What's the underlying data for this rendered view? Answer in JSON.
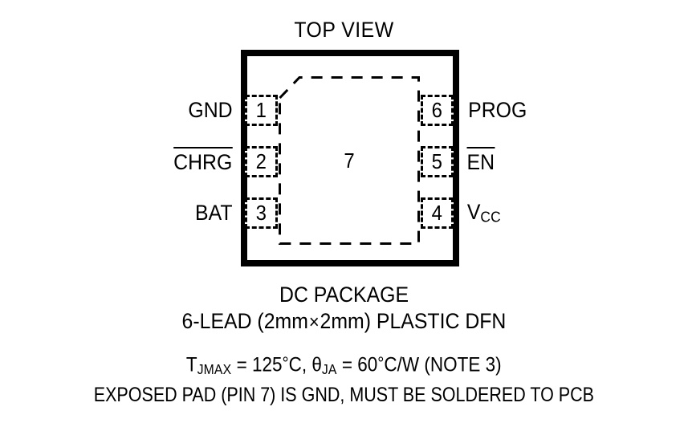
{
  "diagram": {
    "title": "TOP VIEW",
    "exposed_pad_number": "7",
    "pins_left": [
      {
        "number": "1",
        "name": "GND",
        "active_low": false
      },
      {
        "number": "2",
        "name": "CHRG",
        "active_low": true
      },
      {
        "number": "3",
        "name": "BAT",
        "active_low": false
      }
    ],
    "pins_right": [
      {
        "number": "6",
        "name": "PROG",
        "active_low": false
      },
      {
        "number": "5",
        "name": "EN",
        "active_low": true
      },
      {
        "number": "4",
        "name": "VCC",
        "active_low": false
      }
    ],
    "pin_labels": {
      "gnd": "GND",
      "chrg": "CHRG",
      "bat": "BAT",
      "prog": "PROG",
      "en": "EN",
      "vcc_base": "V",
      "vcc_sub": "CC"
    },
    "pin_numbers": {
      "p1": "1",
      "p2": "2",
      "p3": "3",
      "p4": "4",
      "p5": "5",
      "p6": "6"
    }
  },
  "caption": {
    "package_name": "DC PACKAGE",
    "package_description_prefix": "6-LEAD (2mm",
    "package_description_times": "×",
    "package_description_suffix": "2mm) PLASTIC DFN",
    "thermal": {
      "tj_symbol": "T",
      "tj_sub": "JMAX",
      "tj_value": " = 125",
      "tj_deg": "°",
      "tj_unit": "C, ",
      "theta_symbol": "θ",
      "theta_sub": "JA",
      "theta_value": " = 60",
      "theta_deg": "°",
      "theta_unit": "C/W (NOTE 3)"
    },
    "exposed_pad_note": "EXPOSED PAD (PIN 7) IS GND, MUST BE SOLDERED TO PCB"
  },
  "colors": {
    "ink": "#000000",
    "background": "#ffffff"
  }
}
